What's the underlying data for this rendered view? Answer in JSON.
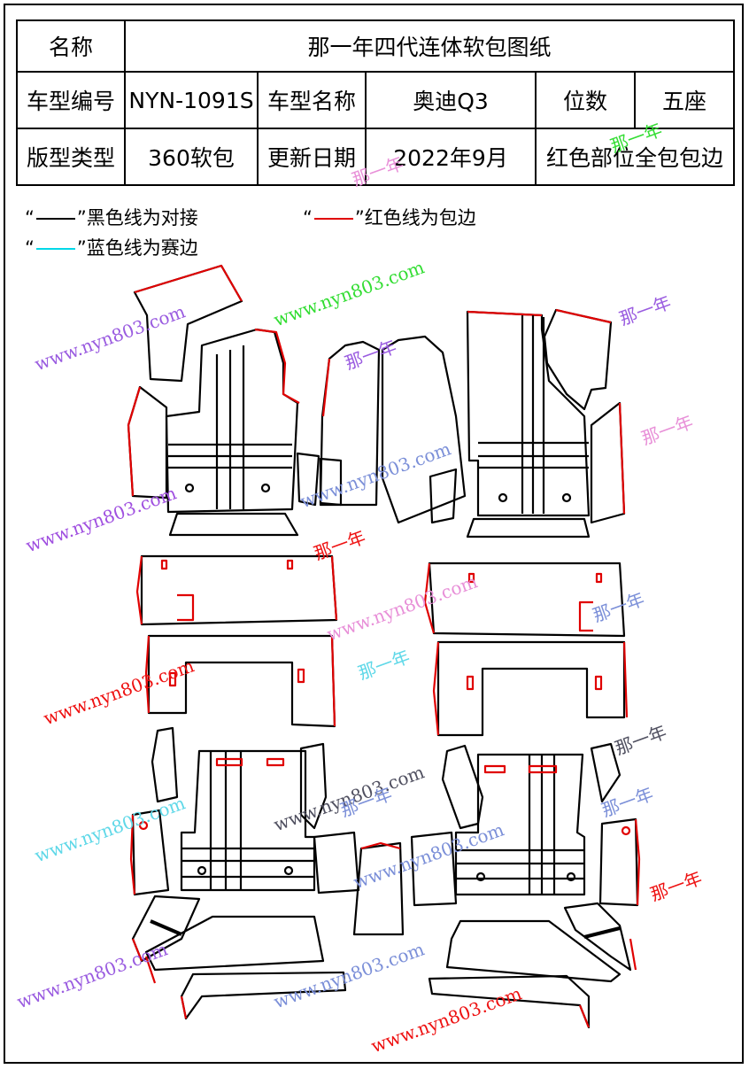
{
  "table": {
    "row1": {
      "label": "名称",
      "value": "那一年四代连体软包图纸"
    },
    "row2": {
      "c1": "车型编号",
      "c2": "NYN-1091S",
      "c3": "车型名称",
      "c4": "奥迪Q3",
      "c5": "位数",
      "c6": "五座"
    },
    "row3": {
      "c1": "版型类型",
      "c2": "360软包",
      "c3": "更新日期",
      "c4": "2022年9月",
      "c5": "红色部位全包包边"
    }
  },
  "legend": {
    "black": {
      "open": "“",
      "close": "”黑色线为对接",
      "color": "#000000"
    },
    "red": {
      "open": "“",
      "close": "”红色线为包边",
      "color": "#e00000"
    },
    "cyan": {
      "open": "“",
      "close": "”蓝色线为赛边",
      "color": "#00d8e8"
    }
  },
  "watermarks": {
    "url": "www.nyn803.com",
    "brand": "那一年"
  },
  "colors": {
    "outline": "#000000",
    "edge": "#e00000",
    "purple": "#9a5ce0",
    "green": "#33dd33",
    "blue": "#7b8fd8",
    "pink": "#e890d8",
    "cyan": "#5fd8e8",
    "dark": "#505060",
    "red": "#ee1111"
  }
}
